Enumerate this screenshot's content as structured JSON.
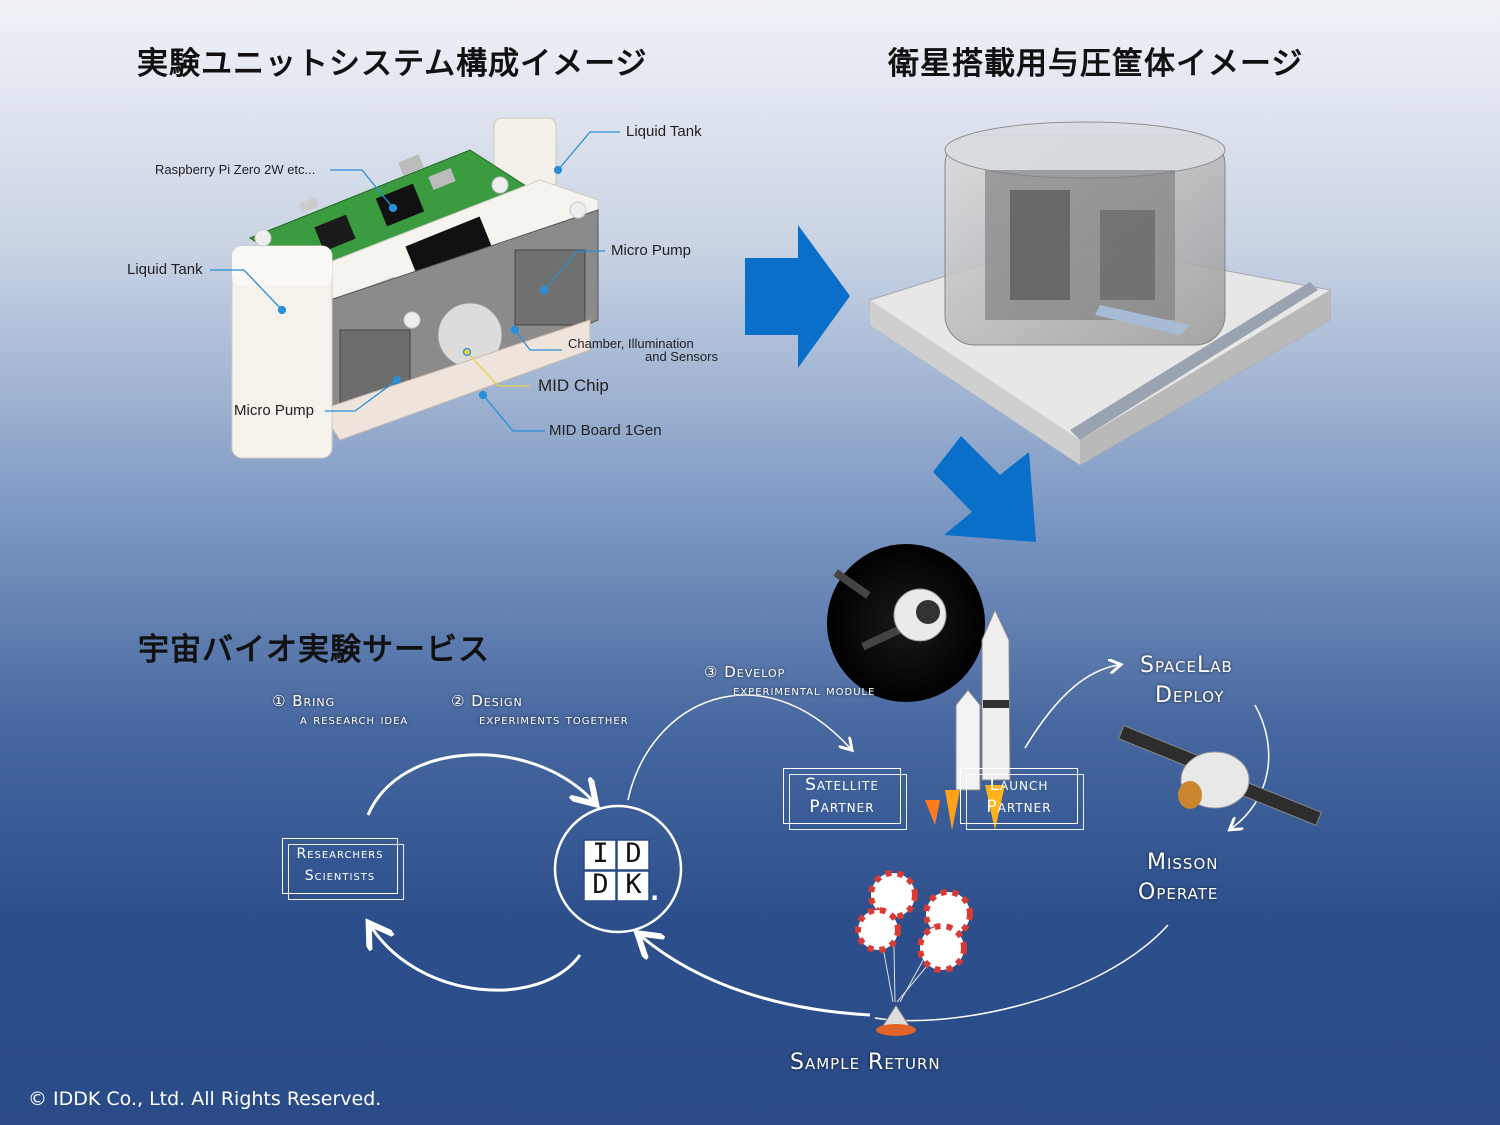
{
  "titles": {
    "unit_system": "実験ユニットシステム構成イメージ",
    "pressure_housing": "衛星搭載用与圧筐体イメージ",
    "service": "宇宙バイオ実験サービス"
  },
  "unit_labels": {
    "liquid_tank_right": "Liquid Tank",
    "raspberry": "Raspberry Pi Zero 2W etc...",
    "liquid_tank_left": "Liquid Tank",
    "micro_pump_right": "Micro Pump",
    "chamber_line1": "Chamber, Illumination",
    "chamber_line2": "and Sensors",
    "mid_chip": "MID Chip",
    "micro_pump_left": "Micro Pump",
    "mid_board": "MID Board 1Gen"
  },
  "steps": {
    "step1_num": "①",
    "step1_line1": "Bring",
    "step1_line2": "a research idea",
    "step2_num": "②",
    "step2_line1": "Design",
    "step2_line2": "experiments together",
    "step3_num": "③",
    "step3_line1": "Develop",
    "step3_line2": "experimental module"
  },
  "boxes": {
    "researchers_1": "Researchers",
    "researchers_2": "Scientists",
    "satellite_1": "Satellite",
    "satellite_2": "Partner",
    "launch_1": "Launch",
    "launch_2": "Partner"
  },
  "logo": {
    "row1": [
      "I",
      "D"
    ],
    "row2": [
      "D",
      "K"
    ],
    "dot": "."
  },
  "stages": {
    "spacelab_1": "SpaceLab",
    "spacelab_2": "Deploy",
    "mission_1": "Misson",
    "mission_2": "Operate",
    "sample_return": "Sample Return"
  },
  "copyright": "© IDDK Co., Ltd. All Rights Reserved.",
  "colors": {
    "arrow_blue": "#0a6fc8",
    "leader_line": "#2a8fd6",
    "chip_line": "#e8d24a"
  }
}
